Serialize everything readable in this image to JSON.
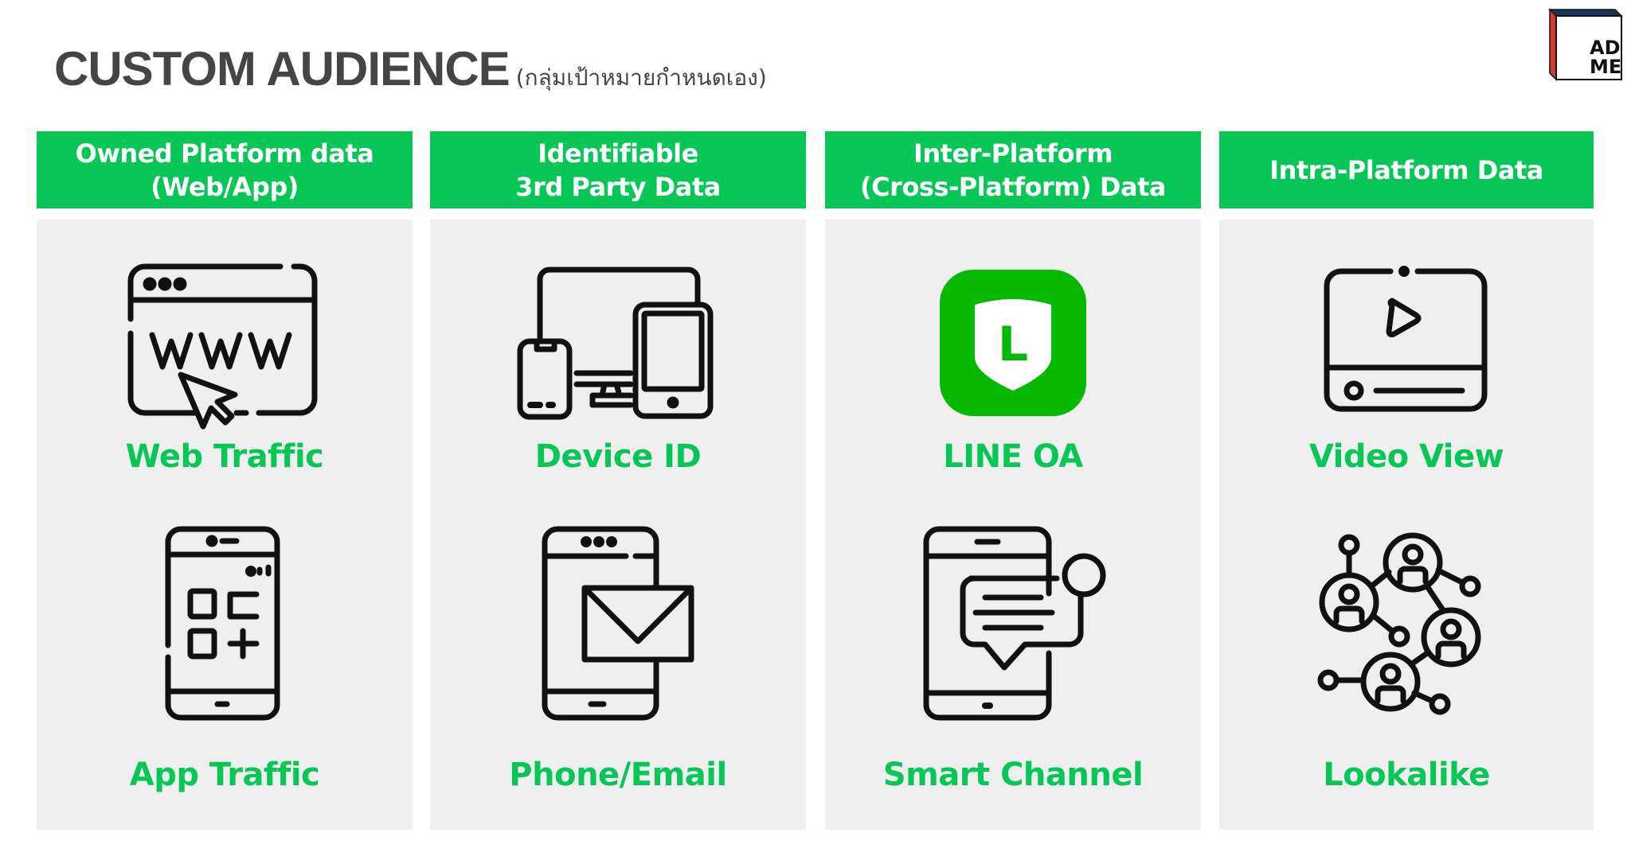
{
  "header": {
    "title": "CUSTOM AUDIENCE",
    "subtitle": "(กลุ่มเป้าหมายกำหนดเอง)"
  },
  "logo": {
    "line1": "AD",
    "line2": "ME",
    "colors": {
      "top": "#1d3557",
      "side": "#d63a2f",
      "outline": "#111111"
    }
  },
  "colors": {
    "accent_green": "#06c755",
    "panel_gray": "#efefef",
    "title_gray": "#454545",
    "line_icon_green": "#06b900"
  },
  "columns": [
    {
      "header": "Owned Platform data\n(Web/App)",
      "items": [
        {
          "label": "Web Traffic",
          "icon": "browser-www-cursor-icon"
        },
        {
          "label": "App Traffic",
          "icon": "smartphone-apps-icon"
        }
      ]
    },
    {
      "header": "Identifiable\n3rd Party Data",
      "items": [
        {
          "label": "Device ID",
          "icon": "multi-device-icon"
        },
        {
          "label": "Phone/Email",
          "icon": "phone-envelope-icon"
        }
      ]
    },
    {
      "header": "Inter-Platform\n(Cross-Platform) Data",
      "items": [
        {
          "label": "LINE OA",
          "icon": "line-oa-shield-icon",
          "icon_letter": "L"
        },
        {
          "label": "Smart Channel",
          "icon": "phone-chat-bubble-icon"
        }
      ]
    },
    {
      "header": "Intra-Platform Data",
      "items": [
        {
          "label": "Video View",
          "icon": "video-player-icon"
        },
        {
          "label": "Lookalike",
          "icon": "people-network-icon"
        }
      ]
    }
  ]
}
